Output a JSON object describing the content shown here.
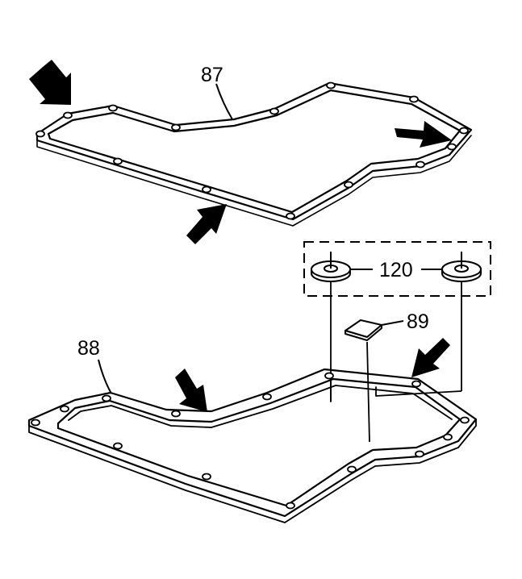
{
  "callouts": {
    "gasket_top": "87",
    "pan": "88",
    "filter": "89",
    "seals": "120"
  },
  "colors": {
    "line": "#000000",
    "background": "#ffffff"
  }
}
